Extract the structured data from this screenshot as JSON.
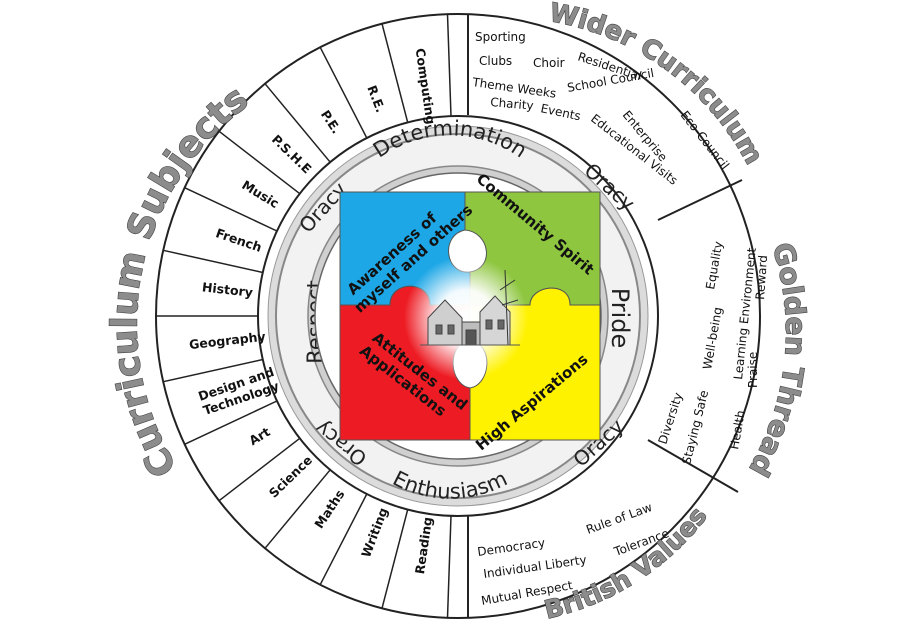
{
  "section_titles": {
    "curriculum_subjects": "Curriculum Subjects",
    "wider_curriculum": "Wider Curriculum",
    "golden_thread": "Golden Thread",
    "british_values": "British Values"
  },
  "subjects": [
    "Computing",
    "R.E.",
    "P.E.",
    "P.S.H.E",
    "Music",
    "French",
    "History",
    "Geography",
    "Design and Technology",
    "Art",
    "Science",
    "Maths",
    "Writing",
    "Reading"
  ],
  "wider_curriculum_items": [
    "Sporting",
    "Clubs",
    "Choir",
    "Residential",
    "School Council",
    "Theme Weeks",
    "Eco-Council",
    "Enterprise",
    "Charity",
    "Events",
    "Educational Visits"
  ],
  "golden_thread_items": [
    "Equality",
    "Learning Environment",
    "Reward",
    "Well-being",
    "Praise",
    "Diversity",
    "Staying Safe",
    "Health"
  ],
  "british_values_items": [
    "Democracy",
    "Rule of Law",
    "Individual Liberty",
    "Tolerance",
    "Mutual Respect"
  ],
  "ring_values": {
    "top": "Determination",
    "right": "Pride",
    "bottom": "Enthusiasm",
    "left": "Respect",
    "oracy": "Oracy"
  },
  "quadrants": {
    "top_left": "Awareness of myself and others",
    "top_right": "Community Spirit",
    "bottom_left": "Attitudes and Applications",
    "bottom_right": "High Aspirations"
  },
  "colors": {
    "blue": "#1ea7e6",
    "green": "#8ec63f",
    "red": "#ed1c24",
    "yellow": "#fff200",
    "title_grey": "#8c8c8c"
  }
}
